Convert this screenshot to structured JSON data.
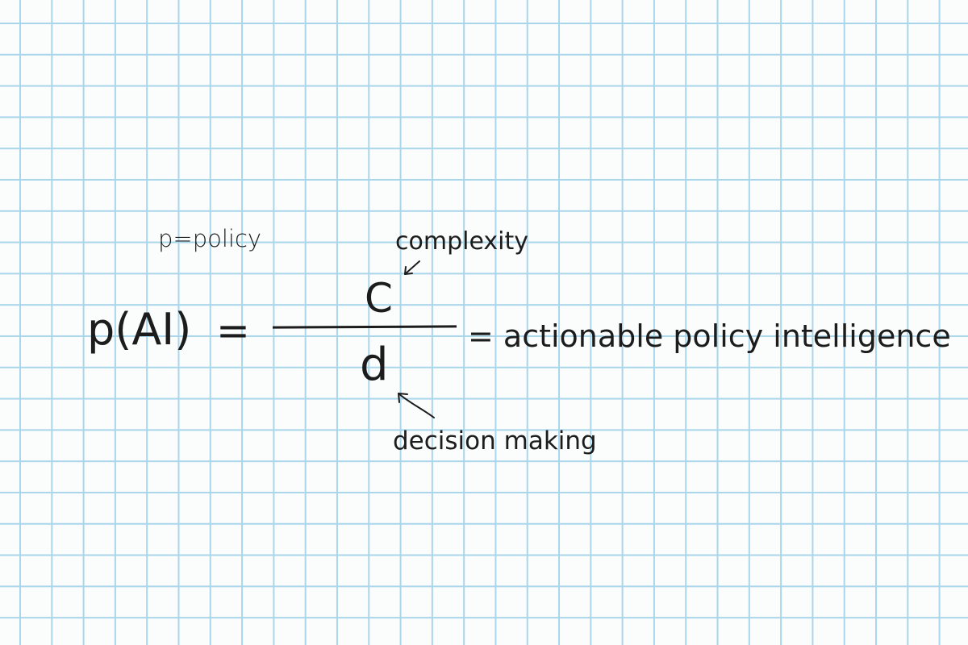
{
  "definition": "p=policy",
  "numerator_label": "complexity",
  "denominator_label": "decision making",
  "lhs": "p(AI)",
  "equals": "=",
  "numerator": "C",
  "denominator": "d",
  "rhs": "= actionable policy intelligence",
  "colors": {
    "ink": "#1c1c1c",
    "grid": "#a9d6ea",
    "paper": "#fbfcfc"
  }
}
